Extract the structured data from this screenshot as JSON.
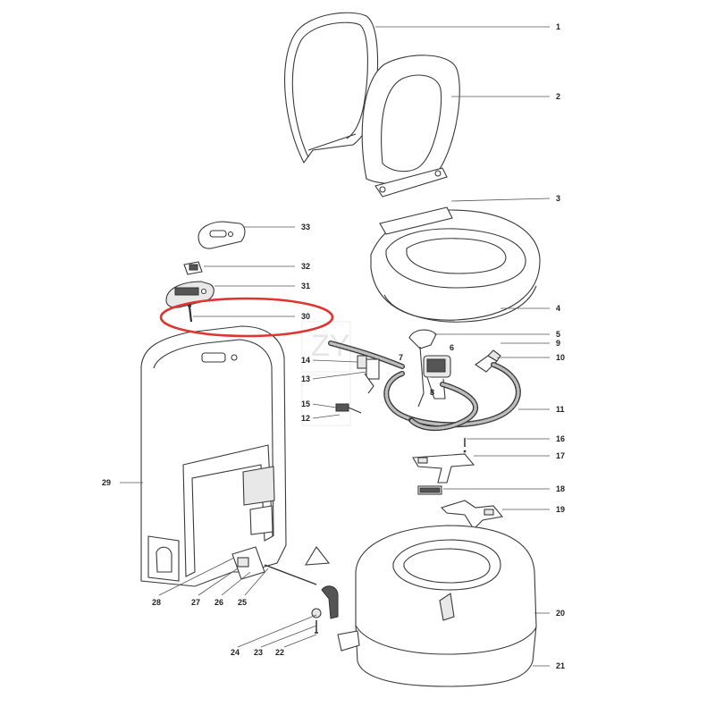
{
  "diagram": {
    "watermark": "ZY",
    "highlight_color": "#e0342f",
    "labels": [
      "1",
      "2",
      "3",
      "4",
      "5",
      "6",
      "7",
      "8",
      "9",
      "10",
      "11",
      "12",
      "13",
      "14",
      "15",
      "16",
      "17",
      "18",
      "19",
      "20",
      "21",
      "22",
      "23",
      "24",
      "25",
      "26",
      "27",
      "28",
      "29",
      "30",
      "31",
      "32",
      "33"
    ]
  }
}
